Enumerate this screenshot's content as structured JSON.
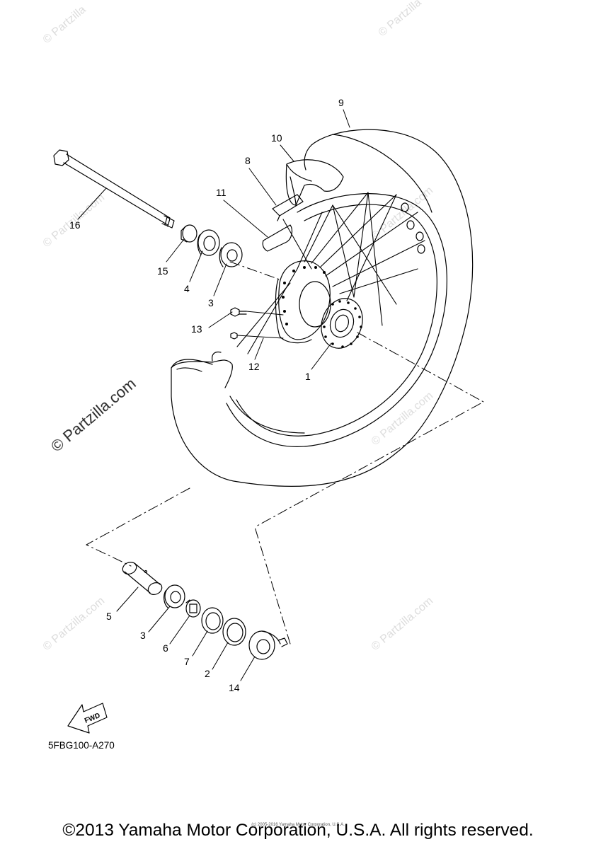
{
  "watermark": {
    "text": "© Partzilla.com",
    "small_text": "© Partzilla"
  },
  "callouts": {
    "c1": "1",
    "c2a": "2",
    "c3a": "3",
    "c3b": "3",
    "c4": "4",
    "c5": "5",
    "c6": "6",
    "c7": "7",
    "c8": "8",
    "c9": "9",
    "c10": "10",
    "c11": "11",
    "c12": "12",
    "c13": "13",
    "c14": "14",
    "c15": "15",
    "c16": "16"
  },
  "fwd_label": "FWD",
  "diagram_code": "5FBG100-A270",
  "copyright": "©2013 Yamaha Motor Corporation, U.S.A. All rights reserved.",
  "small_note": "(c) 2005-2016 Yamaha Motor Corporation, U.S.A."
}
